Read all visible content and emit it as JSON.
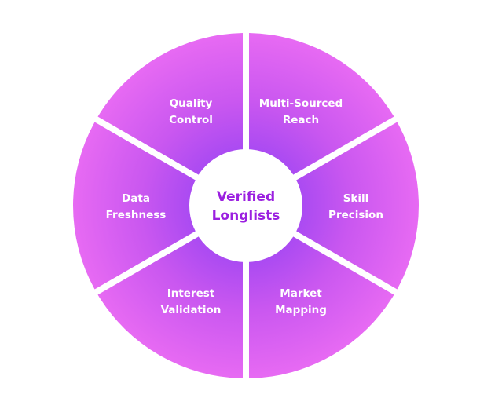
{
  "center": {
    "line1": "Verified",
    "line2": "Longlists"
  },
  "segments": [
    {
      "line1": "Multi-Sourced",
      "line2": "Reach"
    },
    {
      "line1": "Skill",
      "line2": "Precision"
    },
    {
      "line1": "Market",
      "line2": "Mapping"
    },
    {
      "line1": "Interest",
      "line2": "Validation"
    },
    {
      "line1": "Data",
      "line2": "Freshness"
    },
    {
      "line1": "Quality",
      "line2": "Control"
    }
  ],
  "colors": {
    "segment_light": "#e76af3",
    "segment_mid": "#c957f0",
    "segment_dark": "#a247f2",
    "center_fill": "#ffffff",
    "center_text": "#9b1fe0",
    "segment_text": "#ffffff"
  }
}
